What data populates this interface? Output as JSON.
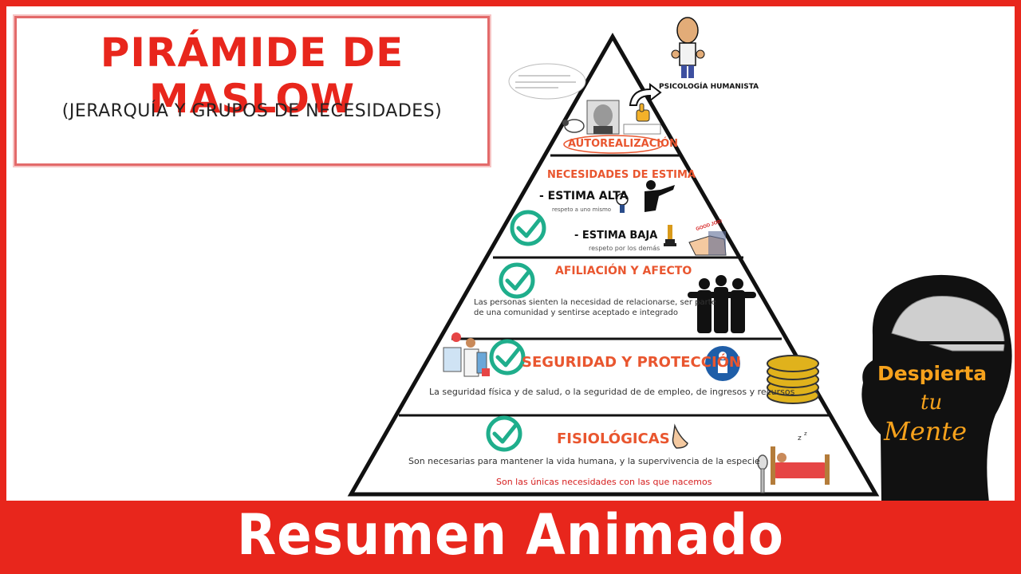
{
  "title": {
    "main": "PIRÁMIDE DE MASLOW",
    "subtitle": "(JERARQUÍA Y GRUPOS DE NECESIDADES)"
  },
  "top": {
    "label": "PSICOLOGÍA HUMANISTA",
    "level": "AUTOREALIZACIÓN"
  },
  "estima": {
    "heading": "NECESIDADES DE ESTIMA",
    "alta": "- ESTIMA ALTA",
    "alta_desc": "respeto a uno mismo",
    "baja": "- ESTIMA BAJA",
    "baja_desc": "respeto por los demás",
    "badge": "GOOD JOB!"
  },
  "afiliacion": {
    "heading": "AFILIACIÓN Y AFECTO",
    "desc1": "Las personas sienten la necesidad de relacionarse, ser parte",
    "desc2": "de una comunidad  y sentirse aceptado e integrado"
  },
  "seguridad": {
    "heading": "SEGURIDAD Y PROTECCIÓN",
    "desc": "La seguridad física y de salud, o la seguridad de de empleo, de ingresos y recursos"
  },
  "fisiologicas": {
    "heading": "FISIOLÓGICAS",
    "desc": "Son necesarias para mantener la vida humana, y la supervivencia de la especie",
    "note": "Son las únicas necesidades con las que nacemos"
  },
  "logo": {
    "line1": "Despierta",
    "line2": "tu",
    "line3": "Mente"
  },
  "banner": "Resumen Animado",
  "colors": {
    "red": "#e8261c",
    "orange": "#e9562f",
    "check_green": "#1fae8c",
    "logo_gold": "#f7a21c"
  }
}
